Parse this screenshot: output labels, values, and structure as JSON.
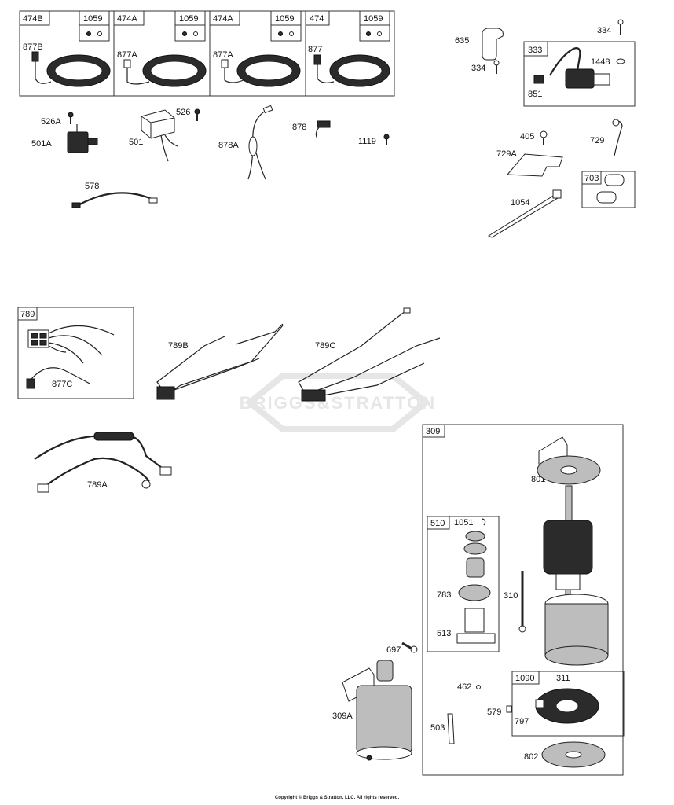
{
  "watermark": {
    "text": "BRIGGS&STRATTON"
  },
  "copyright": "Copyright © Briggs & Stratton, LLC. All rights reserved.",
  "boxes": {
    "b474B": "474B",
    "b474A_1": "474A",
    "b474A_2": "474A",
    "b474": "474",
    "b1059_1": "1059",
    "b1059_2": "1059",
    "b1059_3": "1059",
    "b1059_4": "1059",
    "b333": "333",
    "b703": "703",
    "b789": "789",
    "b309": "309",
    "b510": "510",
    "b1090": "1090"
  },
  "labels": {
    "l877B": "877B",
    "l877A_1": "877A",
    "l877A_2": "877A",
    "l877": "877",
    "l635": "635",
    "l334a": "334",
    "l334b": "334",
    "l1448": "1448",
    "l851": "851",
    "l526A": "526A",
    "l501A": "501A",
    "l526": "526",
    "l501": "501",
    "l878A": "878A",
    "l878": "878",
    "l1119": "1119",
    "l578": "578",
    "l405": "405",
    "l729": "729",
    "l729A": "729A",
    "l1054": "1054",
    "l789B": "789B",
    "l789C": "789C",
    "l877C": "877C",
    "l789A": "789A",
    "l801": "801",
    "l1051": "1051",
    "l783": "783",
    "l513": "513",
    "l310": "310",
    "l697": "697",
    "l309A": "309A",
    "l462": "462",
    "l311": "311",
    "l579": "579",
    "l797": "797",
    "l503": "503",
    "l802": "802"
  }
}
